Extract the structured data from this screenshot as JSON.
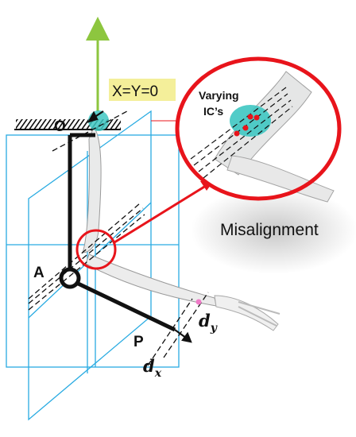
{
  "labels": {
    "origin_equation": "X=Y=0",
    "point_o": "O",
    "point_a": "A",
    "point_p": "P",
    "disp_x_base": "d",
    "disp_x_sub": "x",
    "disp_y_base": "d",
    "disp_y_sub": "y",
    "inset_line1": "Varying",
    "inset_line2": "IC’s",
    "misalignment": "Misalignment"
  },
  "colors": {
    "axis_arrow": "#8dc63f",
    "plane_lines": "#29abe2",
    "highlight": "#e8141b",
    "linkage": "#111111",
    "equation_bg": "#f4ef9a",
    "joint_teal": "#3ec7c2"
  }
}
